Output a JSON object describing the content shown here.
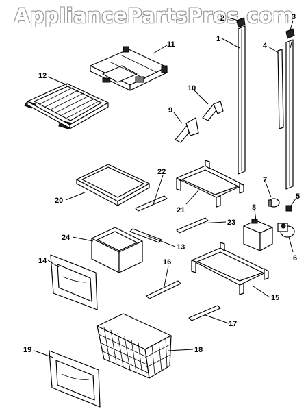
{
  "watermark": "AppliancePartsPros.com",
  "callouts": [
    "1",
    "2",
    "3",
    "4",
    "5",
    "6",
    "7",
    "8",
    "9",
    "10",
    "11",
    "12",
    "13",
    "14",
    "15",
    "16",
    "17",
    "18",
    "19",
    "20",
    "21",
    "22",
    "23",
    "24"
  ]
}
